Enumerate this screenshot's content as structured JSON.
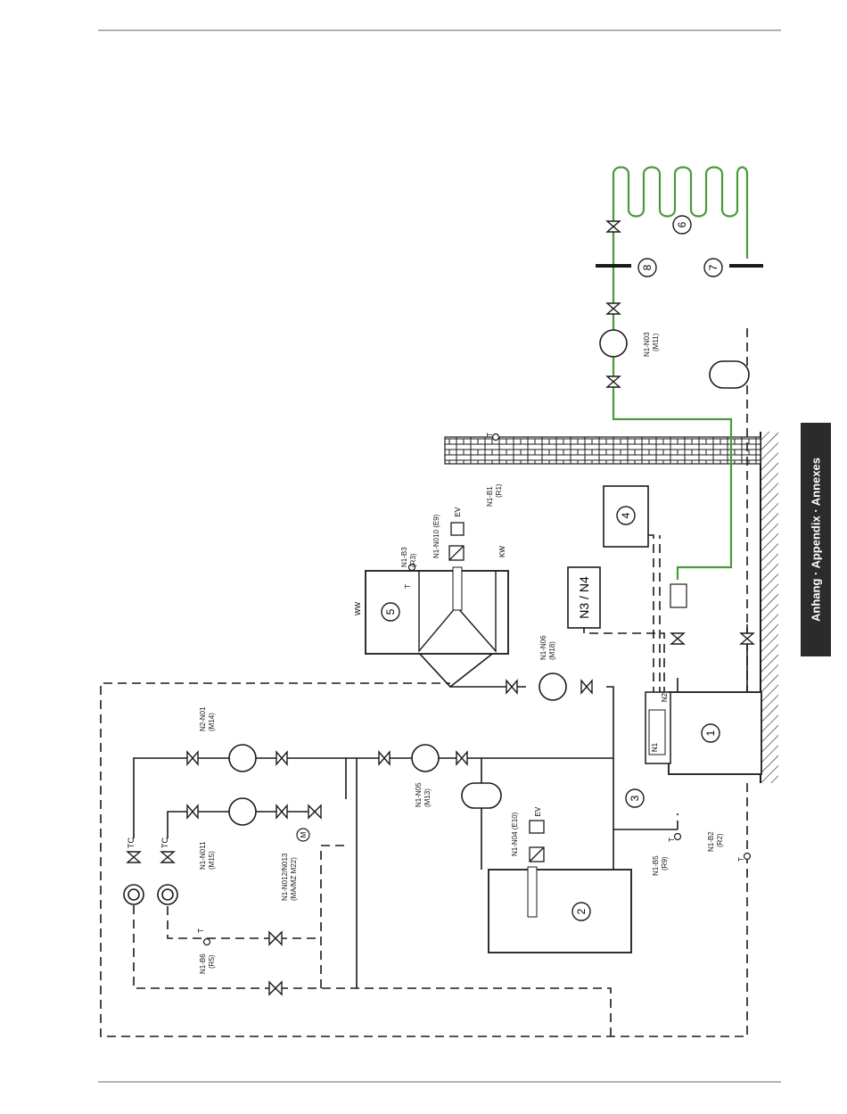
{
  "side_tab": {
    "label": "Anhang · Appendix · Annexes"
  },
  "components": {
    "heat_pump": "1",
    "buffer_tank": "2",
    "controller": "3",
    "cooling_unit": "4",
    "dhw_tank": "5",
    "floor_heating": "6",
    "manifold_return": "7",
    "manifold_flow": "8"
  },
  "controller_labels": {
    "n1": "N1",
    "n2": "N2"
  },
  "remote_control": "N3 / N4",
  "labels": {
    "n2_n01": {
      "name": "N2-N01",
      "code": "(M14)"
    },
    "n1_n011": {
      "name": "N1-N011",
      "code": "(M15)"
    },
    "n1_n012": {
      "name": "N1-N012/N013",
      "code": "(MA/MZ M22)"
    },
    "n1_n05": {
      "name": "N1-N05",
      "code": "(M13)"
    },
    "n1_n04": {
      "name": "N1-N04 (E10)"
    },
    "n1_n06": {
      "name": "N1-N06",
      "code": "(M18)"
    },
    "n1_n010": {
      "name": "N1-N010 (E9)"
    },
    "n1_b3": {
      "name": "N1-B3",
      "code": "(R3)"
    },
    "n1_b1": {
      "name": "N1-B1",
      "code": "(R1)"
    },
    "n1_n03": {
      "name": "N1-N03",
      "code": "(M11)"
    },
    "n1_b5": {
      "name": "N1-B5",
      "code": "(R9)"
    },
    "n1_b2": {
      "name": "N1-B2",
      "code": "(R2)"
    },
    "n1_b6": {
      "name": "N1-B6",
      "code": "(R5)"
    }
  },
  "marks": {
    "ev": "EV",
    "t": "T",
    "ww": "WW",
    "kw": "KW",
    "tc": "TC",
    "m": "M"
  },
  "colors": {
    "line": "#1a1a1a",
    "green_circuit": "#4a9a3a",
    "tab_bg": "#2b2b2b",
    "rule": "#999999"
  }
}
